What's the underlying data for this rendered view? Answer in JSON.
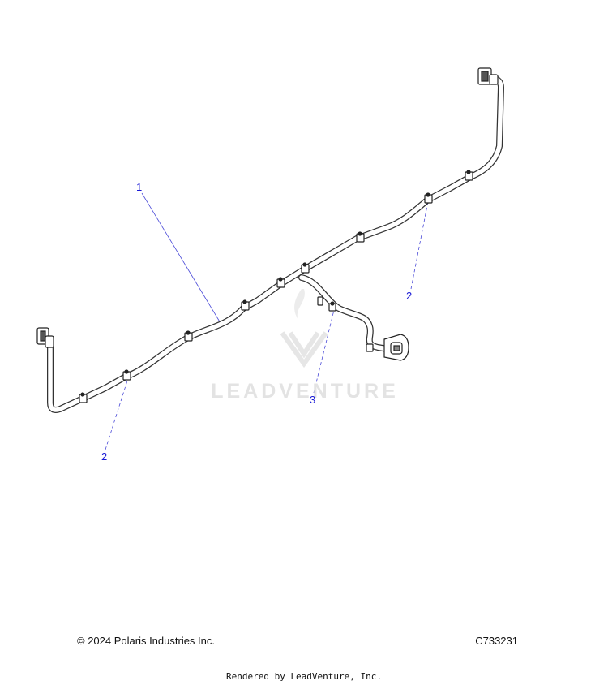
{
  "callouts": [
    {
      "id": "callout-1",
      "label": "1"
    },
    {
      "id": "callout-2-right",
      "label": "2"
    },
    {
      "id": "callout-3",
      "label": "3"
    },
    {
      "id": "callout-2-left",
      "label": "2"
    }
  ],
  "watermark": {
    "text": "LEADVENTURE"
  },
  "footer": {
    "copyright": "© 2024 Polaris Industries Inc.",
    "diagram_code": "C733231",
    "rendered_by": "Rendered by LeadVenture, Inc."
  },
  "colors": {
    "callout": "#1a1ad6",
    "harness_outline": "#333333",
    "watermark": "#e3e3e3"
  }
}
